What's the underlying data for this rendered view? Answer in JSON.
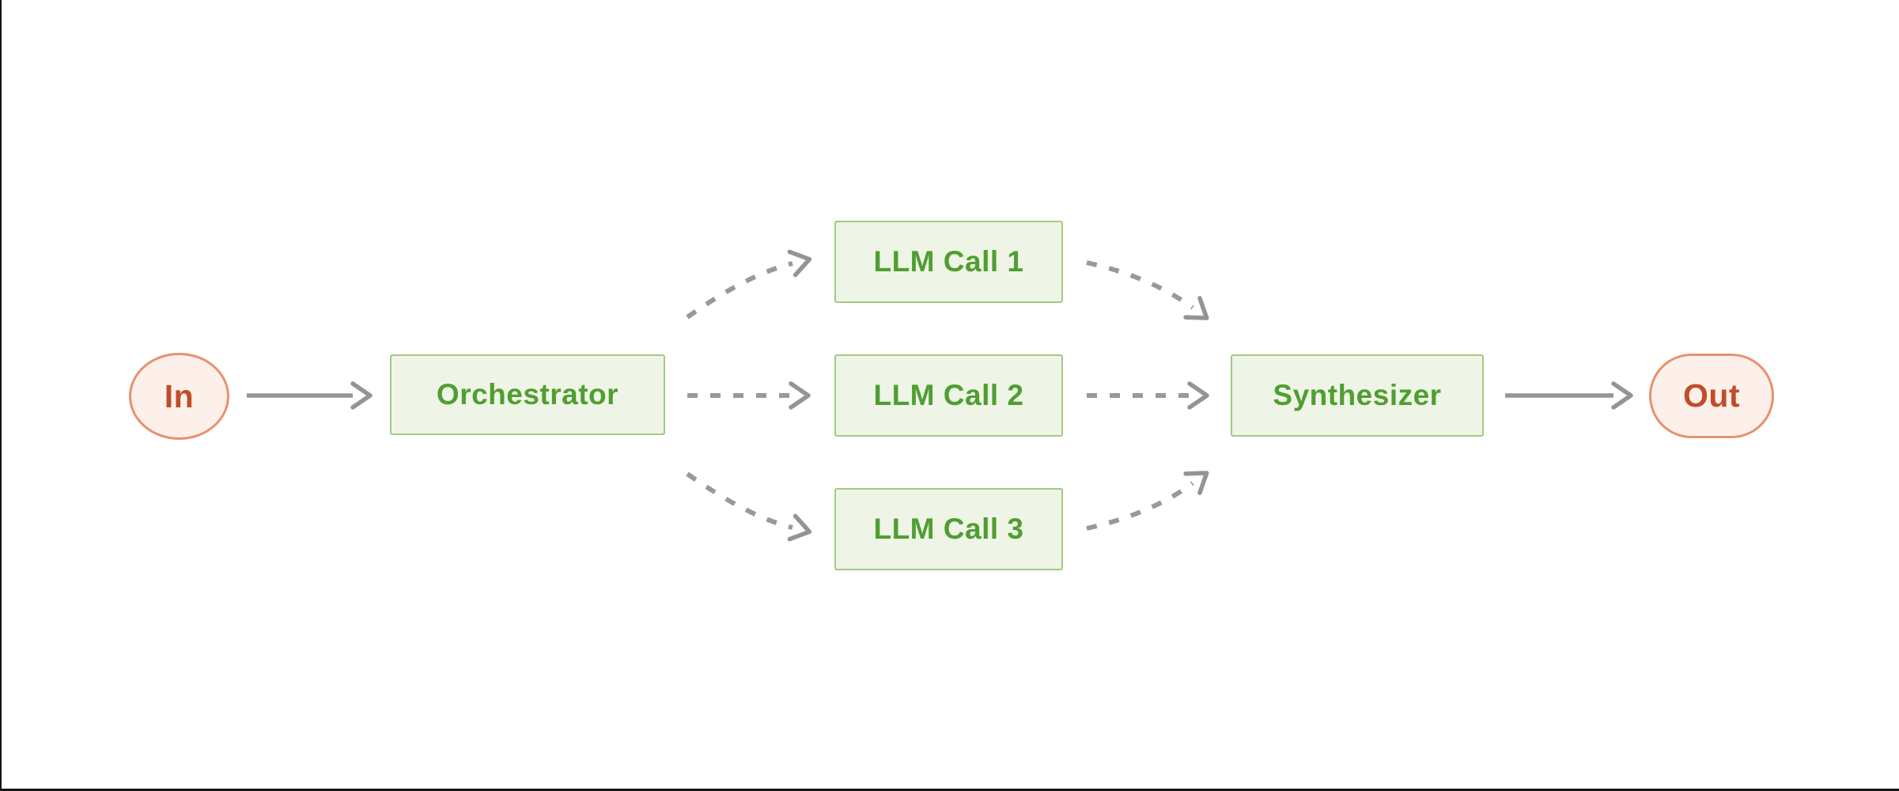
{
  "diagram": {
    "type": "orchestrator-workers-workflow",
    "nodes": {
      "in": "In",
      "orchestrator": "Orchestrator",
      "synthesizer": "Synthesizer",
      "out": "Out"
    },
    "workers": [
      "LLM Call 1",
      "LLM Call 2",
      "LLM Call 3"
    ],
    "edges": [
      {
        "from": "In",
        "to": "Orchestrator",
        "style": "solid"
      },
      {
        "from": "Orchestrator",
        "to": "LLM Call 1",
        "style": "dashed"
      },
      {
        "from": "Orchestrator",
        "to": "LLM Call 2",
        "style": "dashed"
      },
      {
        "from": "Orchestrator",
        "to": "LLM Call 3",
        "style": "dashed"
      },
      {
        "from": "LLM Call 1",
        "to": "Synthesizer",
        "style": "dashed"
      },
      {
        "from": "LLM Call 2",
        "to": "Synthesizer",
        "style": "dashed"
      },
      {
        "from": "LLM Call 3",
        "to": "Synthesizer",
        "style": "dashed"
      },
      {
        "from": "Synthesizer",
        "to": "Out",
        "style": "solid"
      }
    ],
    "colors": {
      "node_green_fill": "#eef5e6",
      "node_green_border": "#a3c983",
      "node_green_text": "#4f9e31",
      "terminal_pink_fill": "#fdefe9",
      "terminal_pink_border": "#e6926e",
      "terminal_red_text": "#bf4e28",
      "arrow_gray": "#969696",
      "frame_edge": "#161616"
    }
  }
}
